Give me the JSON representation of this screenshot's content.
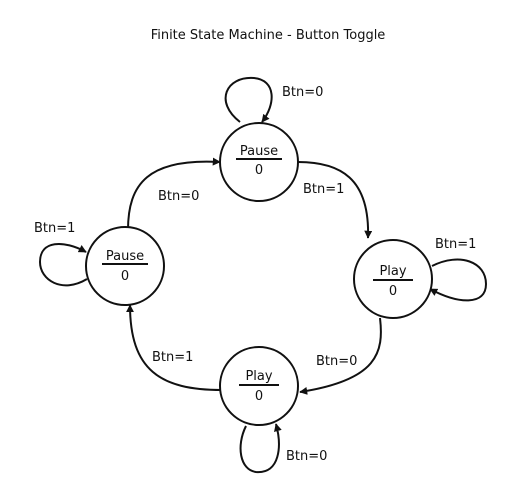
{
  "title": "Finite State Machine - Button Toggle",
  "states": [
    {
      "id": "pause_top",
      "name": "Pause",
      "output": "0"
    },
    {
      "id": "play_right",
      "name": "Play",
      "output": "0"
    },
    {
      "id": "play_bottom",
      "name": "Play",
      "output": "0"
    },
    {
      "id": "pause_left",
      "name": "Pause",
      "output": "0"
    }
  ],
  "transitions": [
    {
      "from": "pause_top",
      "to": "pause_top",
      "label": "Btn=0"
    },
    {
      "from": "pause_top",
      "to": "play_right",
      "label": "Btn=1"
    },
    {
      "from": "play_right",
      "to": "play_right",
      "label": "Btn=1"
    },
    {
      "from": "play_right",
      "to": "play_bottom",
      "label": "Btn=0"
    },
    {
      "from": "play_bottom",
      "to": "play_bottom",
      "label": "Btn=0"
    },
    {
      "from": "play_bottom",
      "to": "pause_left",
      "label": "Btn=1"
    },
    {
      "from": "pause_left",
      "to": "pause_left",
      "label": "Btn=1"
    },
    {
      "from": "pause_left",
      "to": "pause_top",
      "label": "Btn=0"
    }
  ]
}
